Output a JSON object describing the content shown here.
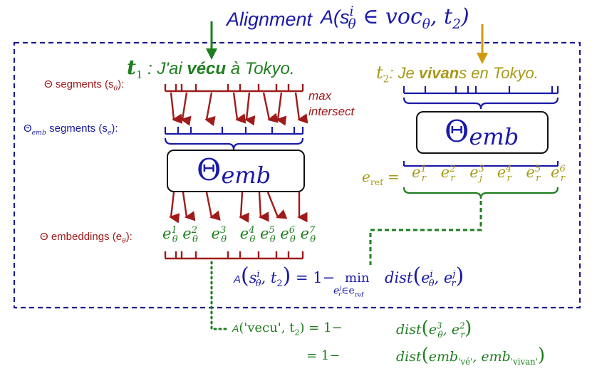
{
  "title": {
    "prefix": "Alignment",
    "formula": "A(s",
    "sup": "i",
    "sub": "θ",
    "rest": " ∈ voc",
    "rest_sub": "θ",
    "rest2": ", t",
    "rest2_sub": "2",
    "close": ")"
  },
  "left": {
    "t_label": "t",
    "t_sub": "1",
    "sentence_pre": " : J'ai ",
    "sentence_bold": "vécu",
    "sentence_post": " à Tokyo.",
    "theta_segments_label": "Θ segments (s",
    "theta_segments_sub": "θ",
    "theta_segments_close": "):",
    "emb_segments_label_pre": "Θ",
    "emb_segments_label_sub": "emb",
    "emb_segments_label_post": " segments (s",
    "emb_segments_sub": "e",
    "emb_segments_close": "):",
    "max_intersect": [
      "max",
      "intersect"
    ],
    "box_theta": "Θ",
    "box_sub": "emb",
    "embeddings_label": "Θ embeddings (e",
    "embeddings_sub": "θ",
    "embeddings_close": "):",
    "embeddings": [
      "1",
      "2",
      "3",
      "4",
      "5",
      "6",
      "7"
    ]
  },
  "right": {
    "t_label": "t",
    "t_sub": "2",
    "sentence_pre": ": Je ",
    "sentence_bold": "vivan",
    "sentence_post": "s en Tokyo.",
    "box_theta": "Θ",
    "box_sub": "emb",
    "eref_label": "e",
    "eref_sub": "ref",
    "eref_eq": " =",
    "eref_items": [
      {
        "sup": "1",
        "sub": "r"
      },
      {
        "sup": "2",
        "sub": "r"
      },
      {
        "sup": "3",
        "sub": "j"
      },
      {
        "sup": "4",
        "sub": "r"
      },
      {
        "sup": "5",
        "sub": "r"
      },
      {
        "sup": "6",
        "sub": "r"
      }
    ]
  },
  "formula_main": {
    "A": "A",
    "lhs": "s",
    "lhs_sup": "i",
    "lhs_sub": "θ",
    "lhs_t": ", t",
    "lhs_t_sub": "2",
    "eq": " = 1−",
    "min": "min",
    "min_sub_pre": "e",
    "min_sub_sup": "j",
    "min_sub_sub": "r",
    "min_sub_post": "∈e",
    "min_sub_ref": "ref",
    "dist": "dist",
    "dist_args": "e",
    "dist_sup1": "i",
    "dist_sub1": "θ",
    "dist_mid": ", e",
    "dist_sup2": "j",
    "dist_sub2": "r"
  },
  "formula_example": {
    "A": "A",
    "lhs": "('vecu', t",
    "lhs_sub": "2",
    "eq": ") = 1−",
    "dist": "dist",
    "arg1": "e",
    "arg1_sup": "3",
    "arg1_sub": "θ",
    "arg_mid": ", e",
    "arg2_sup": "2",
    "arg2_sub": "r",
    "line2_eq": "= 1−",
    "line2_dist": "dist",
    "line2_args_pre": "emb",
    "line2_sub1": "'vé'",
    "line2_mid": ", emb",
    "line2_sub2": "'vivan'"
  },
  "colors": {
    "navy": "#1a1aa8",
    "green": "#1e7e1e",
    "olive": "#a89a18",
    "red": "#a01a1a",
    "dashed_box": "#1a1a90"
  }
}
